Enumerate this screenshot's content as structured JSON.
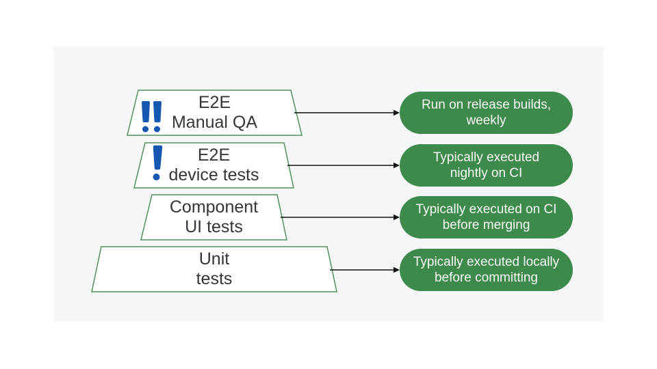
{
  "colors": {
    "page_background": "#ffffff",
    "panel_background": "#f4f6f8",
    "pill_green": "#3e8a4c",
    "trapezoid_border_green": "#4f9059",
    "trapezoid_fill": "#ffffff",
    "trapezoid_text": "#33373a",
    "icon_blue": "#1657b1",
    "arrow_black": "#111111",
    "pill_text": "#f7fbf7"
  },
  "pyramid": {
    "levels": [
      {
        "label": "E2E\nManual QA",
        "icon": "double-exclamation-icon",
        "note": "Run on release builds,\nweekly"
      },
      {
        "label": "E2E\ndevice tests",
        "icon": "exclamation-icon",
        "note": "Typically executed\nnightly on CI"
      },
      {
        "label": "Component\nUI tests",
        "icon": null,
        "note": "Typically executed on CI\nbefore merging"
      },
      {
        "label": "Unit\ntests",
        "icon": null,
        "note": "Typically executed locally\nbefore committing"
      }
    ]
  }
}
